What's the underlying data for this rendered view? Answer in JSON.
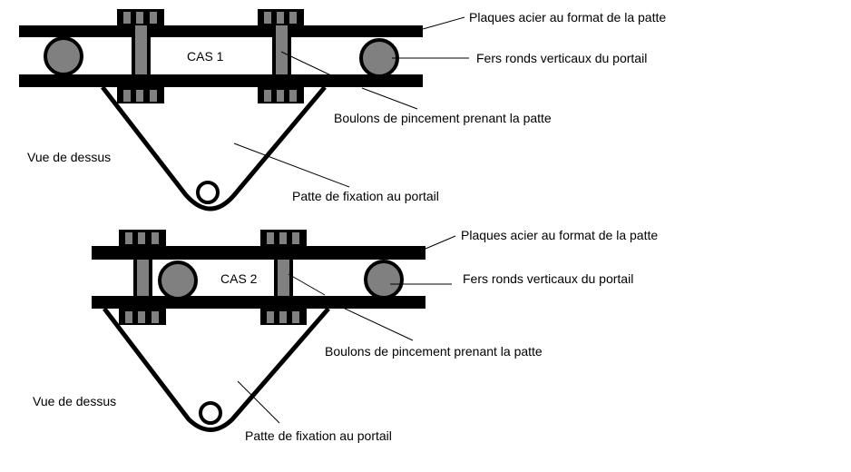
{
  "case1": {
    "title": "CAS 1",
    "label_plates": "Plaques acier au format de la patte",
    "label_bars": "Fers ronds verticaux du portail",
    "label_bolts": "Boulons de pincement prenant la patte",
    "label_view": "Vue de dessus",
    "label_tab": "Patte de fixation au portail"
  },
  "case2": {
    "title": "CAS 2",
    "label_plates": "Plaques acier au format de la patte",
    "label_bars": "Fers ronds verticaux du portail",
    "label_bolts": "Boulons de pincement prenant la patte",
    "label_view": "Vue de dessus",
    "label_tab": "Patte de fixation au portail"
  },
  "colors": {
    "steel": "#000000",
    "bolt": "#808080",
    "bar": "#808080",
    "background": "#ffffff"
  }
}
